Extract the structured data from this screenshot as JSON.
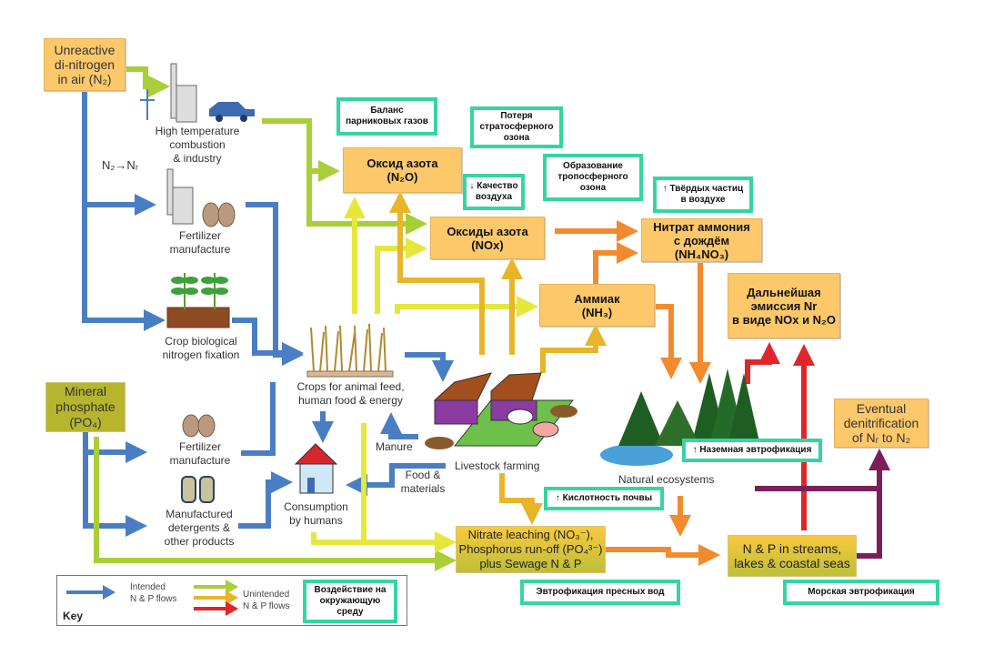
{
  "title": "Nitrogen and phosphorus flows and environmental impacts",
  "colors": {
    "intended": "#4a7ec4",
    "unintended_green": "#a9cf38",
    "unintended_yellow": "#e5e83a",
    "unintended_amber": "#e8b52a",
    "unintended_orange": "#f28a2e",
    "unintended_red": "#e0262b",
    "denitrification": "#7a1f57",
    "impact_border": "#33d6a2",
    "box_fill": "#fdc86a"
  },
  "sources": {
    "dinitrogen": "Unreactive di-nitrogen in air (N₂)",
    "dinitrogen_lines": [
      "Unreactive",
      "di-nitrogen",
      "in air (N₂)"
    ],
    "phosphate_lines": [
      "Mineral",
      "phosphate",
      "(PO₄)"
    ],
    "conversion": "N₂→Nᵣ"
  },
  "processes": {
    "combustion": [
      "High  temperature",
      "combustion",
      "& industry"
    ],
    "fertilizer_n": [
      "Fertilizer",
      "manufacture"
    ],
    "bnf": [
      "Crop  biological",
      "nitrogen fixation"
    ],
    "fertilizer_p": [
      "Fertilizer",
      "manufacture"
    ],
    "detergents": [
      "Manufactured",
      "detergents &",
      "other products"
    ],
    "crops": [
      "Crops for animal feed,",
      "human food & energy"
    ],
    "consumption": [
      "Consumption",
      "by humans"
    ],
    "manure": "Manure",
    "food_materials": [
      "Food &",
      "materials"
    ],
    "livestock": "Livestock farming",
    "natural": "Natural ecosystems"
  },
  "boxes": {
    "n2o": [
      "Оксид азота",
      "(N₂O)"
    ],
    "nox": [
      "Оксиды азота",
      "(NOx)"
    ],
    "nh3": [
      "Аммиак",
      "(NH₃)"
    ],
    "nh4no3": [
      "Нитрат аммония",
      "с дождём",
      "(NH₄NO₃)"
    ],
    "further_emission": [
      "Дальнейшая",
      "эмиссия Nr",
      "в виде NOx и N₂O"
    ],
    "denitrification": [
      "Eventual",
      "denitrification",
      "of Nᵣ to N₂"
    ],
    "leaching": [
      "Nitrate leaching (NO₃⁻),",
      "Phosphorus run-off (PO₄³⁻)",
      "plus  Sewage N & P"
    ],
    "streams": [
      "N  & P in streams,",
      "lakes & coastal seas"
    ]
  },
  "impacts": {
    "ghg": [
      "Баланс",
      "парниковых газов"
    ],
    "ozone_loss": [
      "Потеря",
      "стратосферного",
      "озона"
    ],
    "air_quality": [
      "↓ Качество",
      "воздуха"
    ],
    "trop_ozone": [
      "Образование",
      "тропосферного",
      "озона"
    ],
    "particulates": [
      "↑ Твёрдых частиц",
      "в воздухе"
    ],
    "soil_acidity": "↑ Кислотность почвы",
    "terrestrial_eutro": "↑ Наземная эвтрофикация",
    "freshwater_eutro": "Эвтрофикация пресных вод",
    "marine_eutro": "Морская эвтрофикация"
  },
  "legend": {
    "intended": [
      "Intended",
      "N & P  flows"
    ],
    "unintended": [
      "Unintended",
      "N & P flows"
    ],
    "impact": [
      "Воздействие на",
      "окружающую",
      "среду"
    ],
    "key": "Key"
  }
}
